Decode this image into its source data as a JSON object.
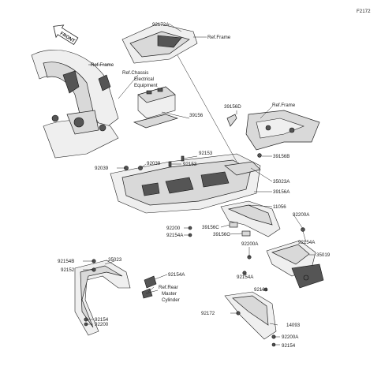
{
  "figure_id": "F2172",
  "front_arrow": "FRONT",
  "labels": {
    "ref_frame_top": "Ref.Frame",
    "ref_frame_left": "Ref.Frame",
    "ref_frame_right": "Ref.Frame",
    "ref_chassis_1": "Ref.Chassis",
    "ref_chassis_2": "Electrical",
    "ref_chassis_3": "Equipment",
    "ref_rear_1": "Ref.Rear",
    "ref_rear_2": "Master",
    "ref_rear_3": "Cylinder",
    "p92172A": "92172A",
    "p39156": "39156",
    "p39156D": "39156D",
    "p92153a": "92153",
    "p92153b": "92153",
    "p92039a": "92039",
    "p92039b": "92039",
    "p39156B": "39156B",
    "p35023A": "35023A",
    "p39156A": "39156A",
    "p11056": "11056",
    "p92200A_r": "92200A",
    "p92200": "92200",
    "p39156C_a": "39156C",
    "p92154A_a": "92154A",
    "p39156C_b": "39156C",
    "p92200A_m": "92200A",
    "p92154A_r": "92154A",
    "p35019": "35019",
    "p92154B": "92154B",
    "p35023": "35023",
    "p92152": "92152",
    "p92154A_l": "92154A",
    "p92154A_m": "92154A",
    "p92161": "92161",
    "p92172": "92172",
    "p14093": "14093",
    "p92154_l": "92154",
    "p92200_l": "92200",
    "p92200A_b": "92200A",
    "p92154_b": "92154"
  }
}
